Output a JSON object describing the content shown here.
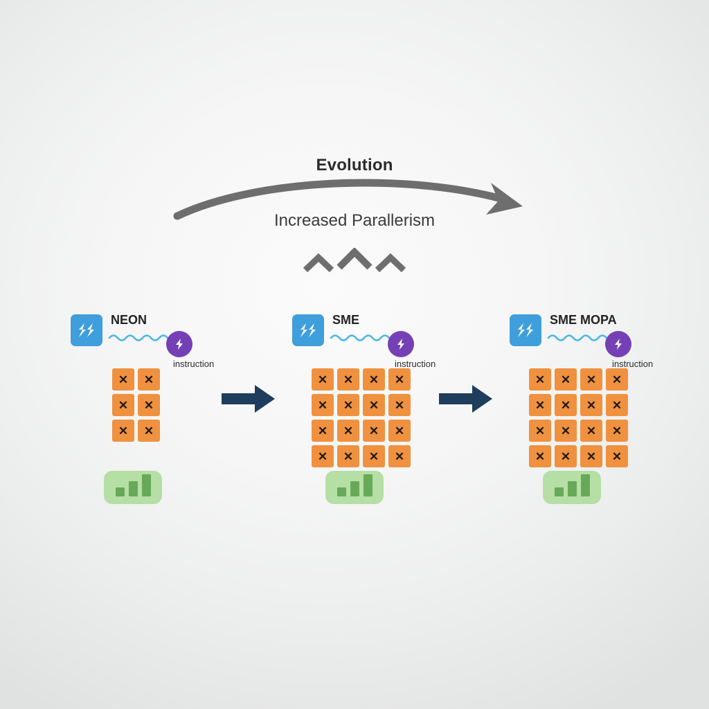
{
  "header": {
    "title": "Evolution",
    "subtitle": "Increased Parallerism",
    "chevrons_icon": "chevron-up-triple-icon",
    "arc_icon": "curved-arrow-right-icon"
  },
  "colors": {
    "background_light": "#fbfbfb",
    "background_edge": "#e0e1e1",
    "tech_icon_blue": "#3e9fdc",
    "instruction_purple": "#7540b5",
    "matrix_orange": "#f0913f",
    "matrix_x_dark": "#201a14",
    "perf_badge_green": "#b5dfa5",
    "perf_bar_green": "#67a958",
    "flow_arrow_navy": "#1f3d5c",
    "arc_gray": "#6e6e6e",
    "squiggle_blue": "#4cb6e6",
    "title_text": "#2b2b2b"
  },
  "stages": [
    {
      "id": "neon",
      "label": "NEON",
      "tech_icon": "arm-lightning-icon",
      "squiggle_icon": "wavy-line-icon",
      "instruction_icon": "lightning-bolt-icon",
      "instruction_label": "instruction",
      "grid": {
        "columns": 2,
        "rows": 3,
        "cell_symbol": "✕",
        "total_cells": 6
      },
      "perf_badge_icon": "bar-chart-icon",
      "perf_bars": [
        13,
        22,
        32
      ]
    },
    {
      "id": "sme",
      "label": "SME",
      "tech_icon": "arm-lightning-icon",
      "squiggle_icon": "wavy-line-icon",
      "instruction_icon": "lightning-bolt-icon",
      "instruction_label": "instruction",
      "grid": {
        "columns": 4,
        "rows": 4,
        "cell_symbol": "✕",
        "total_cells": 16
      },
      "perf_badge_icon": "bar-chart-icon",
      "perf_bars": [
        13,
        22,
        32
      ]
    },
    {
      "id": "sme-mopa",
      "label": "SME MOPA",
      "tech_icon": "arm-lightning-icon",
      "squiggle_icon": "wavy-line-icon",
      "instruction_icon": "lightning-bolt-icon",
      "instruction_label": "instruction",
      "grid": {
        "columns": 4,
        "rows": 4,
        "cell_symbol": "✕",
        "total_cells": 16
      },
      "perf_badge_icon": "bar-chart-icon",
      "perf_bars": [
        13,
        22,
        32
      ]
    }
  ],
  "flow_arrows": [
    {
      "icon": "arrow-right-icon"
    },
    {
      "icon": "arrow-right-icon"
    }
  ]
}
